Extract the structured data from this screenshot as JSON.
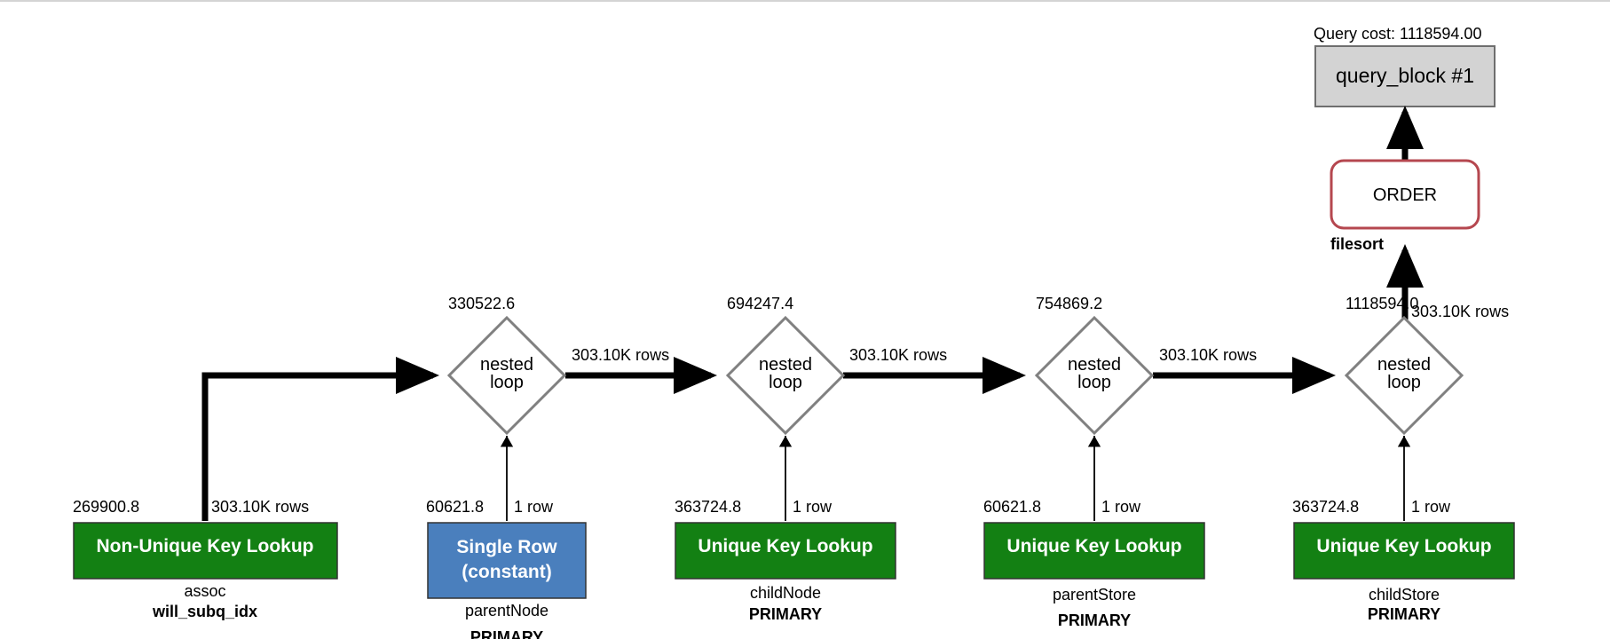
{
  "query_cost_text": "Query cost: 1118594.00",
  "query_block": {
    "label": "query_block #1"
  },
  "order": {
    "label": "ORDER",
    "note": "filesort"
  },
  "final_edge": {
    "cost": "1118594.0",
    "rows": "303.10K rows"
  },
  "loops": [
    {
      "cost": "330522.6",
      "label_line1": "nested",
      "label_line2": "loop",
      "out_rows": "303.10K rows"
    },
    {
      "cost": "694247.4",
      "label_line1": "nested",
      "label_line2": "loop",
      "out_rows": "303.10K rows"
    },
    {
      "cost": "754869.2",
      "label_line1": "nested",
      "label_line2": "loop",
      "out_rows": "303.10K rows"
    },
    {
      "cost": "1118594.0",
      "label_line1": "nested",
      "label_line2": "loop",
      "out_rows": ""
    }
  ],
  "tables": [
    {
      "cost": "269900.8",
      "rows": "303.10K rows",
      "access_line1": "Non-Unique Key Lookup",
      "access_line2": "",
      "table": "assoc",
      "key": "will_subq_idx",
      "color": "#138013"
    },
    {
      "cost": "60621.8",
      "rows": "1 row",
      "access_line1": "Single Row",
      "access_line2": "(constant)",
      "table": "parentNode",
      "key": "PRIMARY",
      "color": "#4a7fbd"
    },
    {
      "cost": "363724.8",
      "rows": "1 row",
      "access_line1": "Unique Key Lookup",
      "access_line2": "",
      "table": "childNode",
      "key": "PRIMARY",
      "color": "#138013"
    },
    {
      "cost": "60621.8",
      "rows": "1 row",
      "access_line1": "Unique Key Lookup",
      "access_line2": "",
      "table": "parentStore",
      "key": "PRIMARY",
      "color": "#138013"
    },
    {
      "cost": "363724.8",
      "rows": "1 row",
      "access_line1": "Unique Key Lookup",
      "access_line2": "",
      "table": "childStore",
      "key": "PRIMARY",
      "color": "#138013"
    }
  ],
  "colors": {
    "nested_loop_border": "#808080",
    "order_border": "#b5474f",
    "query_block_fill": "#d3d3d3",
    "edge": "#000000"
  }
}
